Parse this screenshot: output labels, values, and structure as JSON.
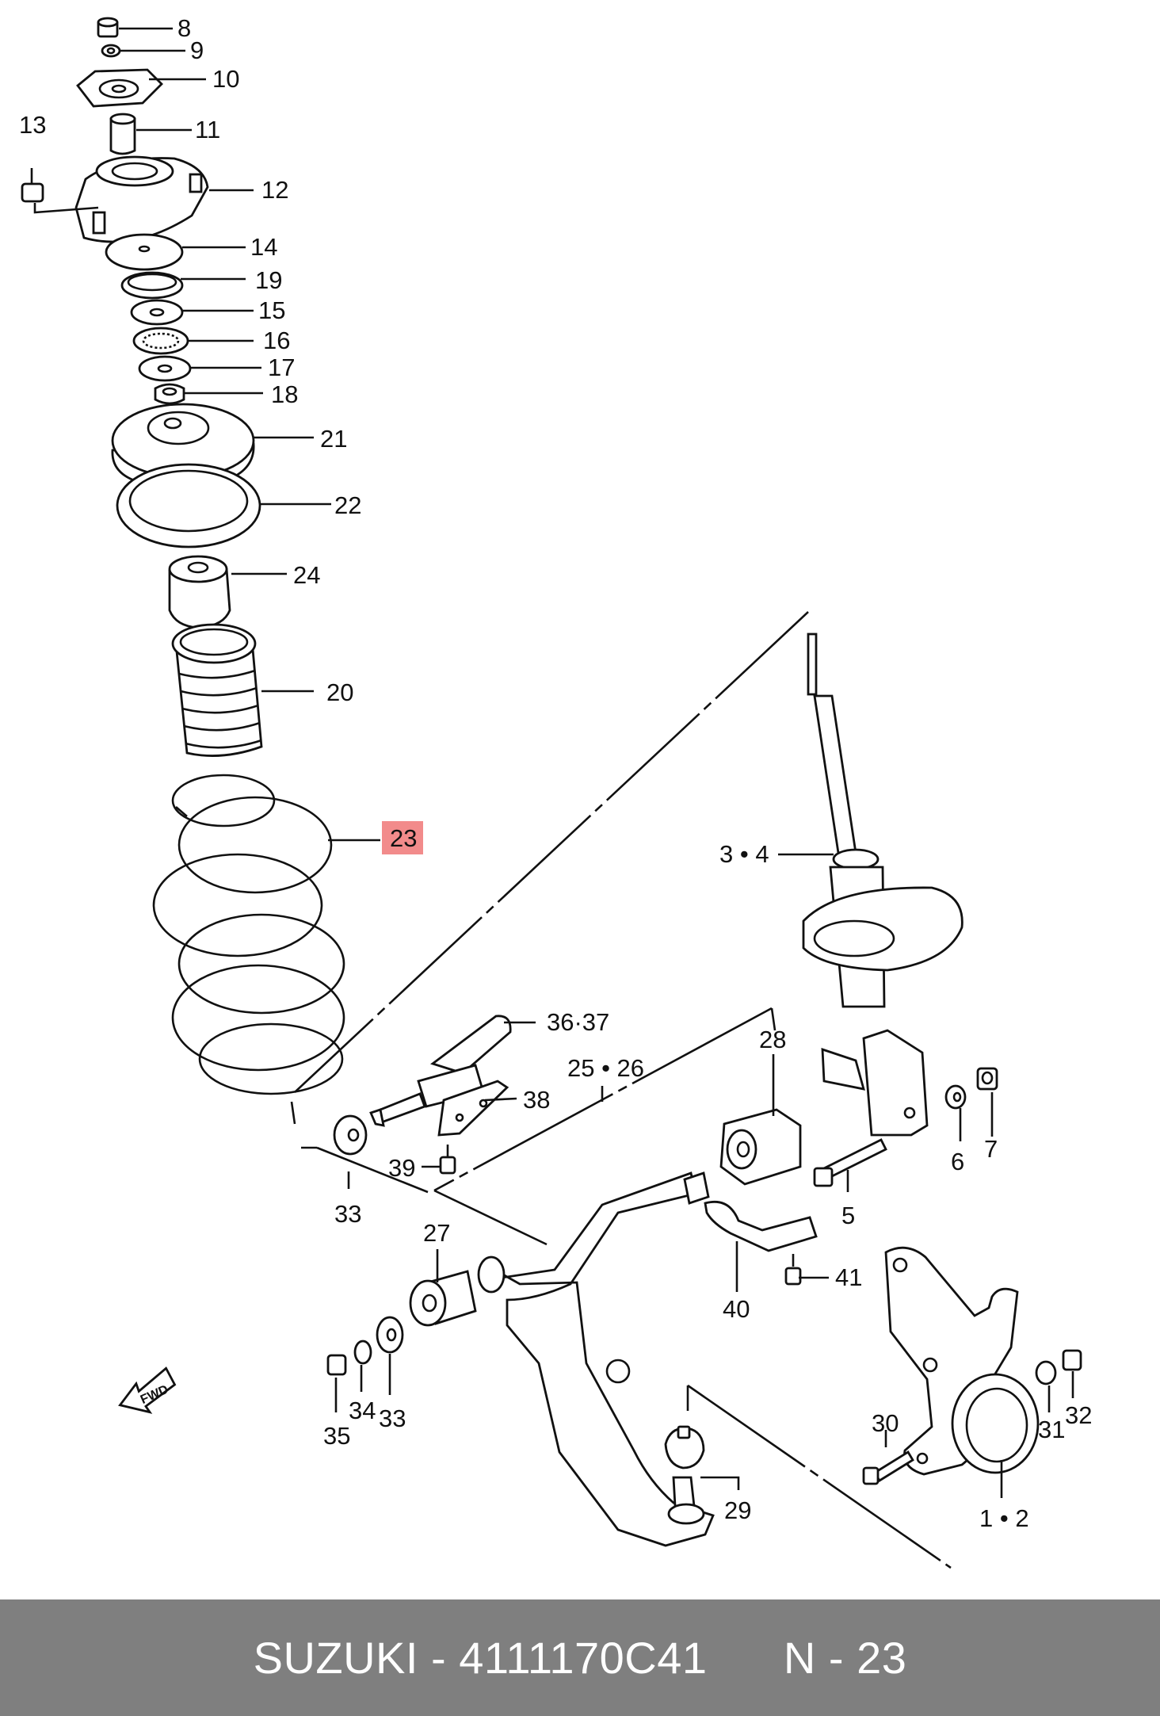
{
  "highlight_color": "#f28b8b",
  "footer_bg": "#7f7f7f",
  "fwd_icon_label": "FWD",
  "callouts": {
    "p8": "8",
    "p9": "9",
    "p10": "10",
    "p11": "11",
    "p12": "12",
    "p13": "13",
    "p14": "14",
    "p19": "19",
    "p15": "15",
    "p16": "16",
    "p17": "17",
    "p18": "18",
    "p21": "21",
    "p22": "22",
    "p24": "24",
    "p20": "20",
    "p23": "23",
    "p34s": "3 • 4",
    "p3637": "36·37",
    "p2526": "25 • 26",
    "p28": "28",
    "p38": "38",
    "p6": "6",
    "p7": "7",
    "p39": "39",
    "p33a": "33",
    "p5": "5",
    "p27": "27",
    "p41": "41",
    "p40": "40",
    "p34": "34",
    "p33b": "33",
    "p35": "35",
    "p30": "30",
    "p31": "31",
    "p32": "32",
    "p29": "29",
    "p12s": "1 • 2"
  },
  "footer": {
    "brand": "SUZUKI",
    "part_number": "4111170C41",
    "position": "N - 23"
  }
}
